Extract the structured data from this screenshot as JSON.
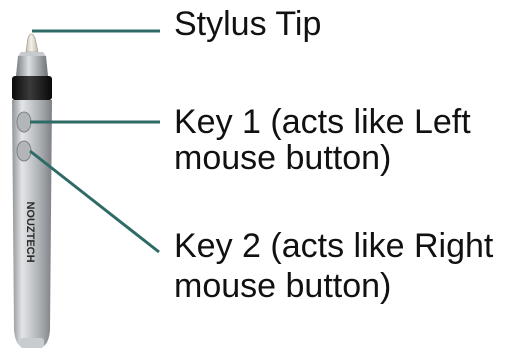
{
  "labels": {
    "stylus_tip": "Stylus Tip",
    "key1_line1": "Key 1 (acts like Left",
    "key1_line2": "mouse button)",
    "key2_line1": "Key 2 (acts like Right",
    "key2_line2": "mouse button)"
  },
  "pen": {
    "brand_text": "NOUZTECH"
  },
  "colors": {
    "leader_line": "#2e6b66",
    "text": "#111111",
    "pen_body": "#b9bcbf",
    "pen_band": "#1a1a1a"
  }
}
